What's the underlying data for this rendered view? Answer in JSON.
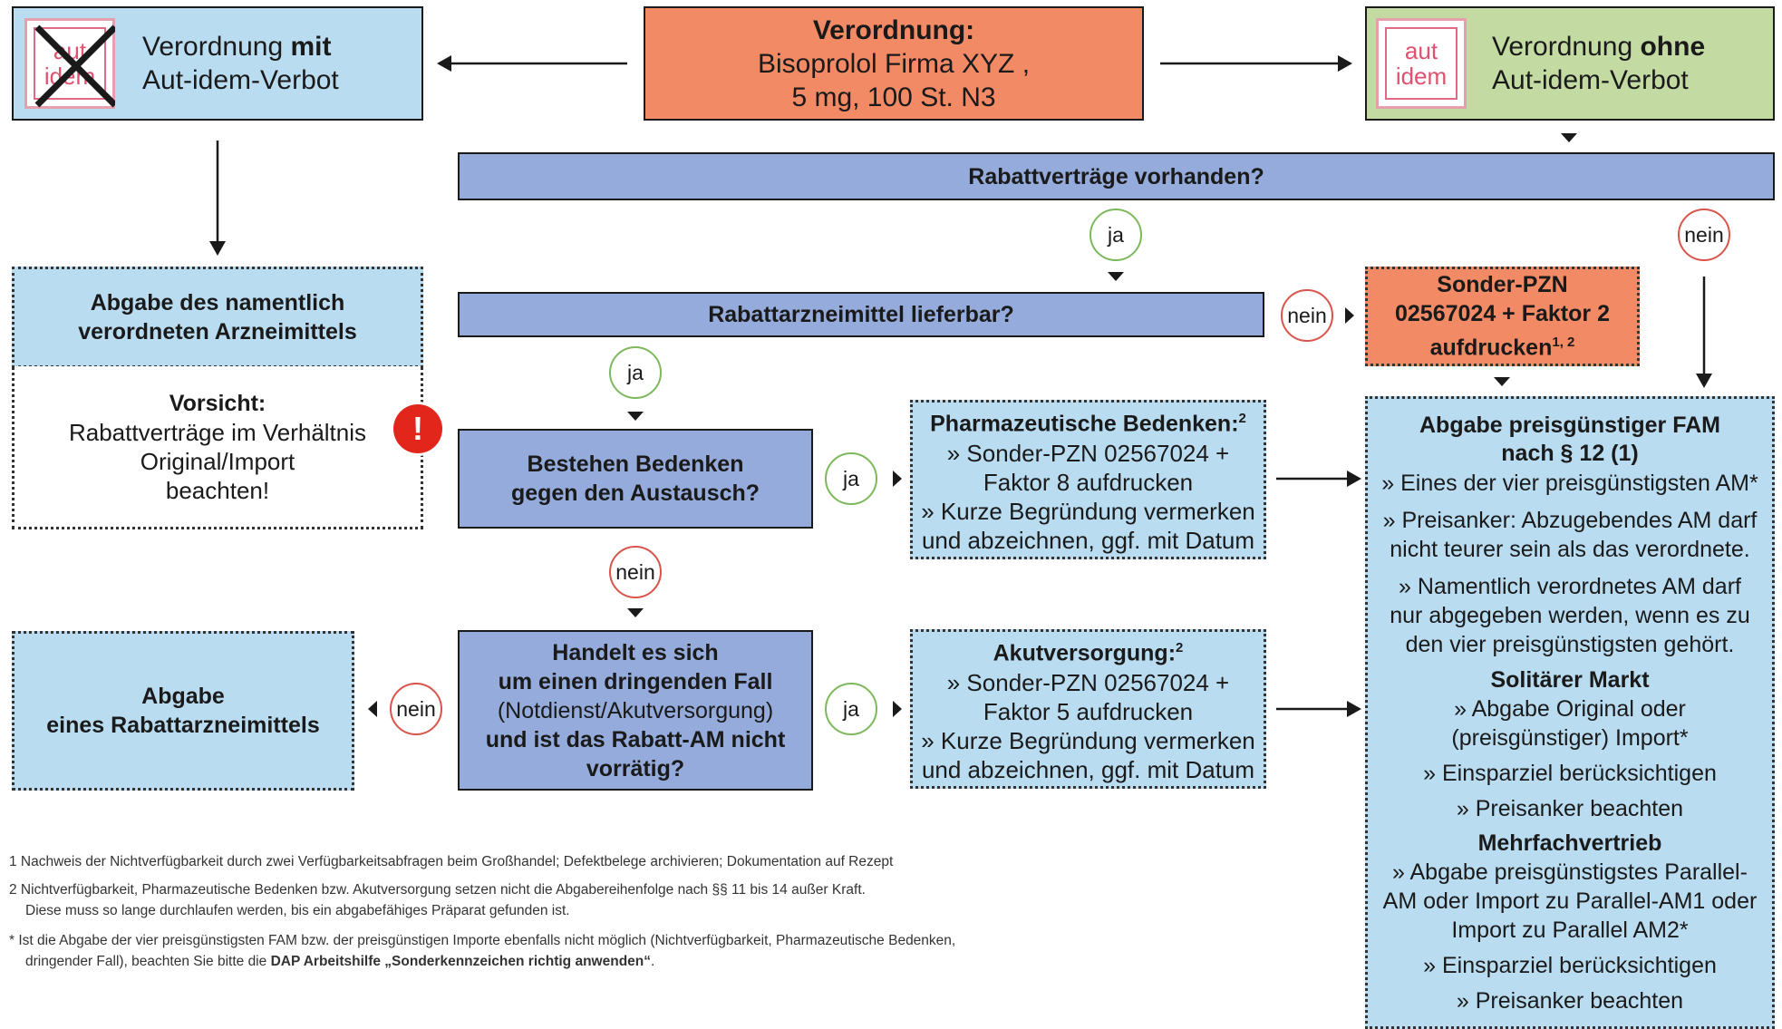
{
  "top": {
    "center_title": "Verordnung:",
    "center_line1": "Bisoprolol Firma XYZ ,",
    "center_line2": "5 mg, 100 St. N3",
    "left_line1_pre": "Verordnung ",
    "left_line1_bold": "mit",
    "left_line2": "Aut-idem-Verbot",
    "right_line1_pre": "Verordnung ",
    "right_line1_bold": "ohne",
    "right_line2": "Aut-idem-Verbot",
    "stamp_line1": "aut",
    "stamp_line2": "idem"
  },
  "rabatt_question": "Rabattverträge vorhanden?",
  "lieferbar_question": "Rabattarzneimittel lieferbar?",
  "labels": {
    "ja": "ja",
    "nein": "nein"
  },
  "abgabe_namentlich": {
    "line1": "Abgabe des namentlich",
    "line2": "verordneten Arzneimittels"
  },
  "vorsicht": {
    "title": "Vorsicht:",
    "line1": "Rabattverträge im Verhältnis",
    "line2": "Original/Import",
    "line3": "beachten!",
    "icon_symbol": "!"
  },
  "sonder_pzn": {
    "line1": "Sonder-PZN",
    "line2": "02567024 + Faktor 2",
    "line3": "aufdrucken",
    "sup": "1, 2"
  },
  "bedenken_question": {
    "line1": "Bestehen Bedenken",
    "line2": "gegen den Austausch?"
  },
  "pharma": {
    "title": "Pharmazeutische Bedenken:",
    "sup": "2",
    "line1": "» Sonder-PZN 02567024 +",
    "line2": "Faktor 8 aufdrucken",
    "line3": "» Kurze Begründung vermerken",
    "line4": "und abzeichnen, ggf. mit Datum"
  },
  "dringend_question": {
    "line1": "Handelt es sich",
    "line2": "um einen dringenden Fall",
    "line3": "(Notdienst/Akutversorgung)",
    "line4": "und ist das Rabatt-AM nicht",
    "line5": "vorrätig?"
  },
  "akut": {
    "title": "Akutversorgung:",
    "sup": "2",
    "line1": "» Sonder-PZN 02567024 +",
    "line2": "Faktor 5 aufdrucken",
    "line3": "» Kurze Begründung vermerken",
    "line4": "und abzeichnen, ggf. mit Datum"
  },
  "abgabe_rabatt": {
    "line1": "Abgabe",
    "line2": "eines Rabattarzneimittels"
  },
  "fam": {
    "title1": "Abgabe preisgünstiger FAM",
    "title2": "nach § 12 (1)",
    "l1": "» Eines der vier preisgünstigsten AM*",
    "l2": "» Preisanker: Abzugebendes AM darf",
    "l3": "nicht teurer sein als das verordnete.",
    "l4": "» Namentlich verordnetes AM darf",
    "l5": "nur abgegeben werden, wenn es zu",
    "l6": "den vier preisgünstigsten gehört.",
    "sol_title": "Solitärer Markt",
    "s1": "» Abgabe Original oder",
    "s2": "(preisgünstiger) Import*",
    "s3": "» Einsparziel berücksichtigen",
    "s4": "» Preisanker beachten",
    "mehr_title": "Mehrfachvertrieb",
    "m1": "» Abgabe preisgünstigstes Parallel-",
    "m2": "AM oder Import zu Parallel-AM1 oder",
    "m3": "Import zu Parallel AM2*",
    "m4": "» Einsparziel berücksichtigen",
    "m5": "» Preisanker beachten"
  },
  "footnotes": {
    "f1": "1  Nachweis der Nichtverfügbarkeit durch zwei Verfügbarkeitsabfragen beim Großhandel; Defektbelege archivieren; Dokumentation auf Rezept",
    "f2a": "2  Nichtverfügbarkeit, Pharmazeutische Bedenken bzw. Akutversorgung setzen nicht die Abgabereihenfolge nach §§ 11 bis 14 außer Kraft.",
    "f2b": "Diese muss so lange durchlaufen werden, bis ein abgabefähiges Präparat gefunden ist.",
    "f3a": "*  Ist die Abgabe der vier preisgünstigsten FAM bzw. der preisgünstigen Importe ebenfalls nicht möglich (Nichtverfügbarkeit, Pharmazeutische Bedenken,",
    "f3b_pre": "dringender Fall), beachten Sie bitte die ",
    "f3b_bold": "DAP Arbeitshilfe „Sonderkennzeichen richtig anwenden“",
    "f3b_post": "."
  },
  "colors": {
    "light_blue": "#b9dcf1",
    "dark_blue": "#94abdb",
    "salmon": "#f28a66",
    "green": "#c3dba3",
    "ja_circle": "#7db85a",
    "nein_circle": "#d9544a",
    "warning": "#e2261c"
  }
}
